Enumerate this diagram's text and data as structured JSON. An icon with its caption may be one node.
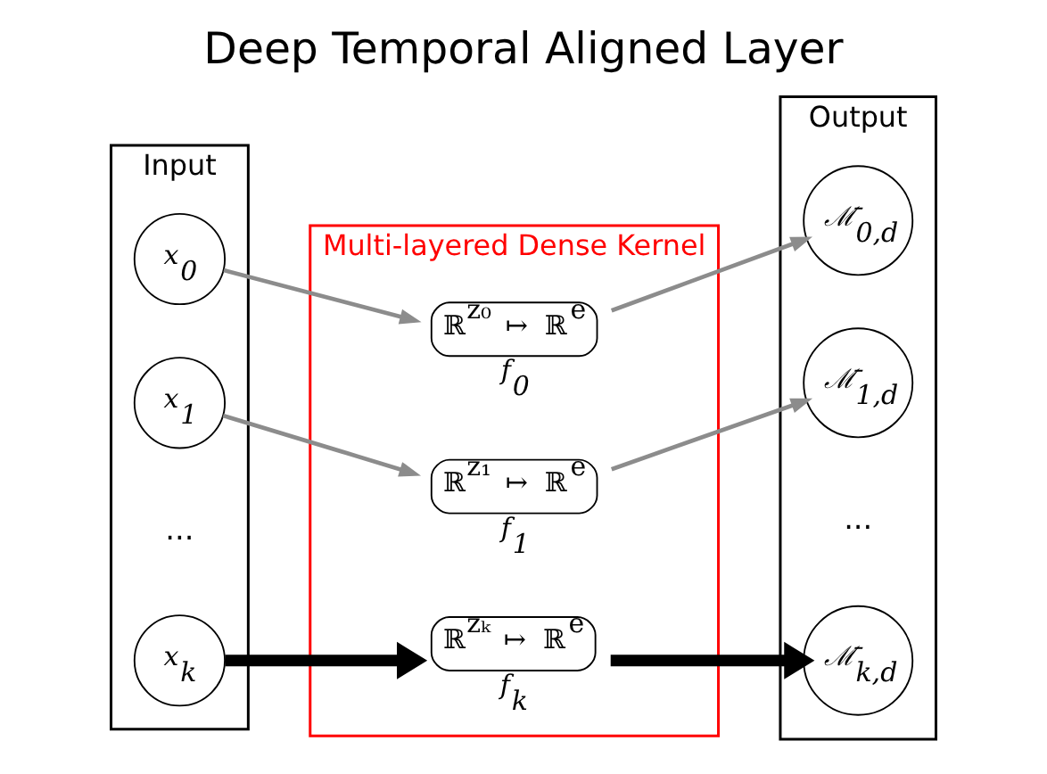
{
  "diagram": {
    "title": "Deep Temporal Aligned Layer",
    "nodes": [
      {
        "text": [
          "Input"
        ]
      },
      {
        "text": [
          "x$_{0}$"
        ],
        "in": 0
      },
      {
        "text": [
          "x$_{1}$"
        ],
        "in": 0
      },
      {
        "text": [
          "x$_{k}$"
        ],
        "in": 0
      },
      {
        "text": [
          "Multi-layered Dense Kernel"
        ]
      },
      {
        "text": [
          "ℝ$^{z₀}$ ↦ ℝ$^{e}$"
        ],
        "in": 4,
        "beside": [
          "f$_{0}$"
        ]
      },
      {
        "text": [
          "ℝ$^{z₁}$ ↦ ℝ$^{e}$"
        ],
        "in": 4,
        "beside": [
          "f$_{1}$"
        ]
      },
      {
        "text": [
          "ℝ$^{zₖ}$ ↦ ℝ$^{e}$"
        ],
        "in": 4,
        "beside": [
          "f$_{k}$"
        ]
      },
      {
        "text": [
          "Output"
        ]
      },
      {
        "text": [
          "ℳ̄$_{0,d}$"
        ],
        "in": 8
      },
      {
        "text": [
          "ℳ̄$_{1,d}$"
        ],
        "in": 8
      },
      {
        "text": [
          "ℳ̄$_{k,d}$"
        ],
        "in": 8
      }
    ],
    "edges": [
      {
        "from": 1,
        "to": 5,
        "arrow": "to"
      },
      {
        "from": 5,
        "to": 9,
        "arrow": "to"
      },
      {
        "from": 2,
        "to": 6,
        "arrow": "to"
      },
      {
        "from": 6,
        "to": 10,
        "arrow": "to"
      },
      {
        "from": 3,
        "to": 7,
        "arrow": "to",
        "style": "thick",
        "color": "#000000"
      },
      {
        "from": 7,
        "to": 11,
        "arrow": "to",
        "style": "thick",
        "color": "#000000"
      }
    ],
    "labels": [
      "...",
      "..."
    ]
  }
}
